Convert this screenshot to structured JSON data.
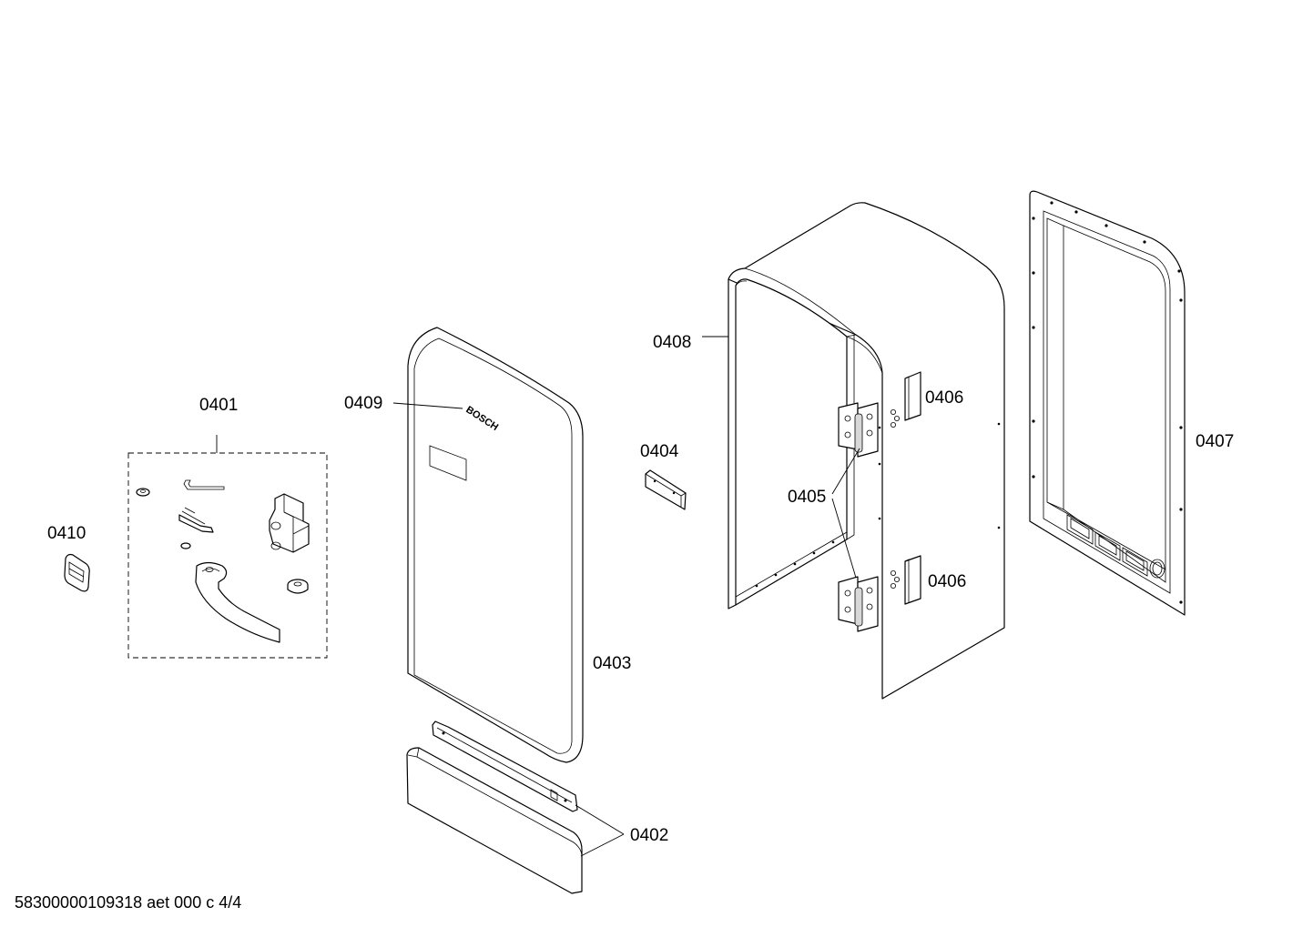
{
  "labels": {
    "p0401": "0401",
    "p0402": "0402",
    "p0403": "0403",
    "p0404": "0404",
    "p0405": "0405",
    "p0406_top": "0406",
    "p0406_bottom": "0406",
    "p0407": "0407",
    "p0408": "0408",
    "p0409": "0409",
    "p0410": "0410"
  },
  "door_logo": "BOSCH",
  "footer": "58300000109318 aet 000 c 4/4"
}
